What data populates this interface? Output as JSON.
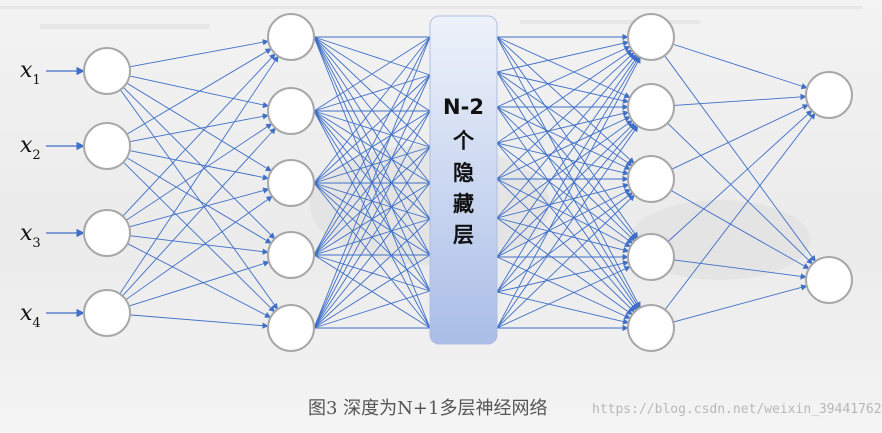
{
  "inputs": [
    {
      "var": "x",
      "sub": "1"
    },
    {
      "var": "x",
      "sub": "2"
    },
    {
      "var": "x",
      "sub": "3"
    },
    {
      "var": "x",
      "sub": "4"
    }
  ],
  "hidden_block": {
    "lines": [
      "N-2",
      "个",
      "隐",
      "藏",
      "层"
    ]
  },
  "caption": "图3  深度为N+1多层神经网络",
  "watermark": "https://blog.csdn.net/weixin_39441762",
  "colors": {
    "edge": "#3f6fc7",
    "node_stroke": "#a8a8a8",
    "hidden_block": "#b7c8ec"
  }
}
